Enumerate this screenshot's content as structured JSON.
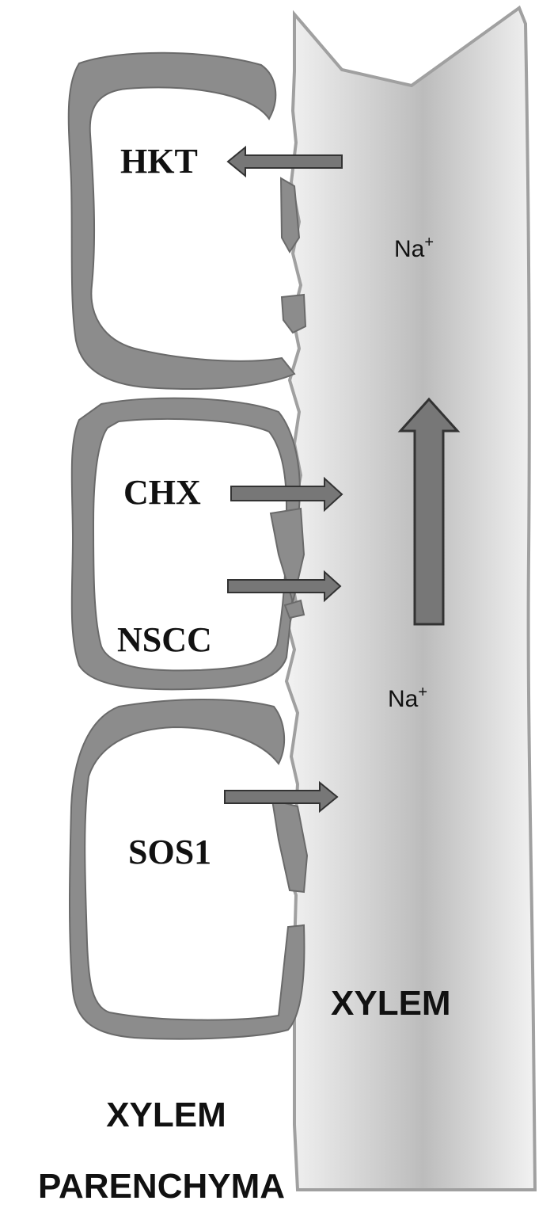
{
  "colors": {
    "cell_wall": "#8c8c8c",
    "cell_wall_stroke": "#6a6a6a",
    "arrow_fill": "#777777",
    "arrow_stroke": "#333333",
    "vessel_light": "#f2f2f2",
    "vessel_dark": "#bcbcbc",
    "vessel_outline": "#a0a0a0"
  },
  "labels": {
    "hkt": "HKT",
    "chx": "CHX",
    "nscc": "NSCC",
    "sos1": "SOS1",
    "na_upper": "Na",
    "na_upper_sup": "+",
    "na_lower": "Na",
    "na_lower_sup": "+",
    "xylem": "XYLEM",
    "parenchyma_line1": "XYLEM",
    "parenchyma_line2": "PARENCHYMA"
  },
  "icons": {
    "efflux_arrow": "arrow-left-icon",
    "influx_arrow": "arrow-right-icon",
    "upward_flow": "arrow-up-icon"
  }
}
